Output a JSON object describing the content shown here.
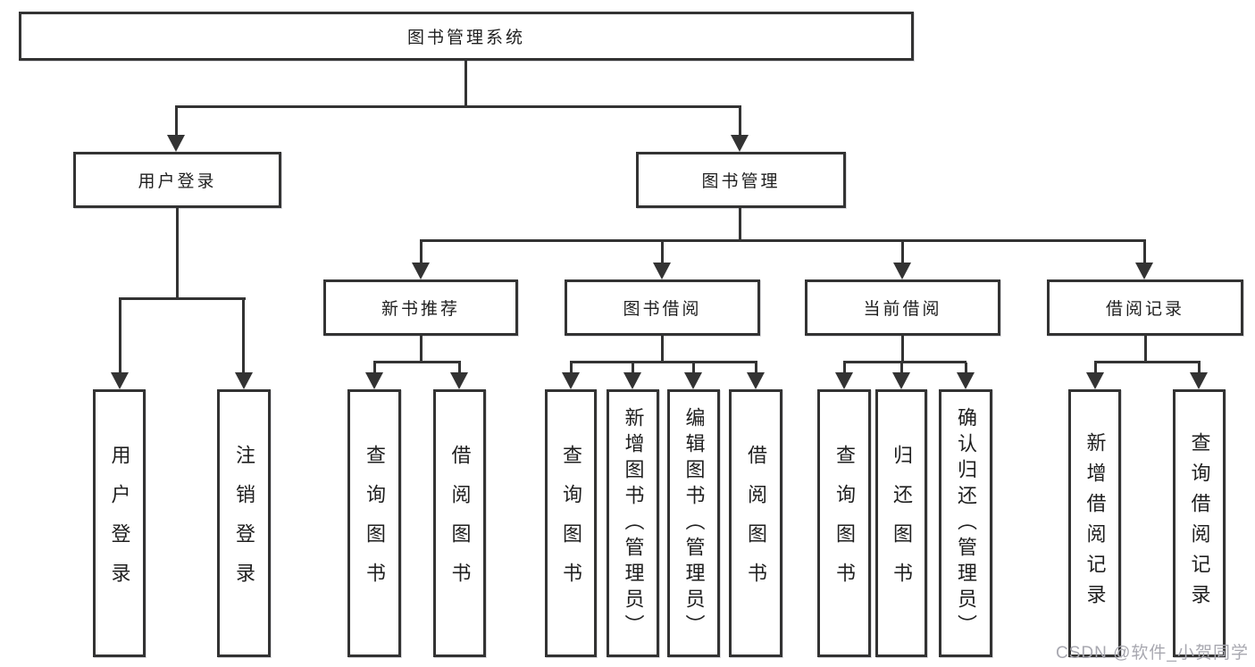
{
  "diagram_title": "图书管理系统",
  "colors": {
    "line": "#333333",
    "box_border": "#333333",
    "text": "#1f1f1f",
    "watermark": "#a8a8b0",
    "background": "#ffffff"
  },
  "tree": {
    "root": {
      "label": "图书管理系统",
      "children": [
        {
          "label": "用户登录",
          "children": [
            {
              "label": "用户登录"
            },
            {
              "label": "注销登录"
            }
          ]
        },
        {
          "label": "图书管理",
          "children": [
            {
              "label": "新书推荐",
              "children": [
                {
                  "label": "查询图书"
                },
                {
                  "label": "借阅图书"
                }
              ]
            },
            {
              "label": "图书借阅",
              "children": [
                {
                  "label": "查询图书"
                },
                {
                  "label": "新增图书（管理员）"
                },
                {
                  "label": "编辑图书（管理员）"
                },
                {
                  "label": "借阅图书"
                }
              ]
            },
            {
              "label": "当前借阅",
              "children": [
                {
                  "label": "查询图书"
                },
                {
                  "label": "归还图书"
                },
                {
                  "label": "确认归还（管理员）"
                }
              ]
            },
            {
              "label": "借阅记录",
              "children": [
                {
                  "label": "新增借阅记录"
                },
                {
                  "label": "查询借阅记录"
                }
              ]
            }
          ]
        }
      ]
    }
  },
  "watermark": {
    "text": "CSDN @软件_小贺同学"
  }
}
